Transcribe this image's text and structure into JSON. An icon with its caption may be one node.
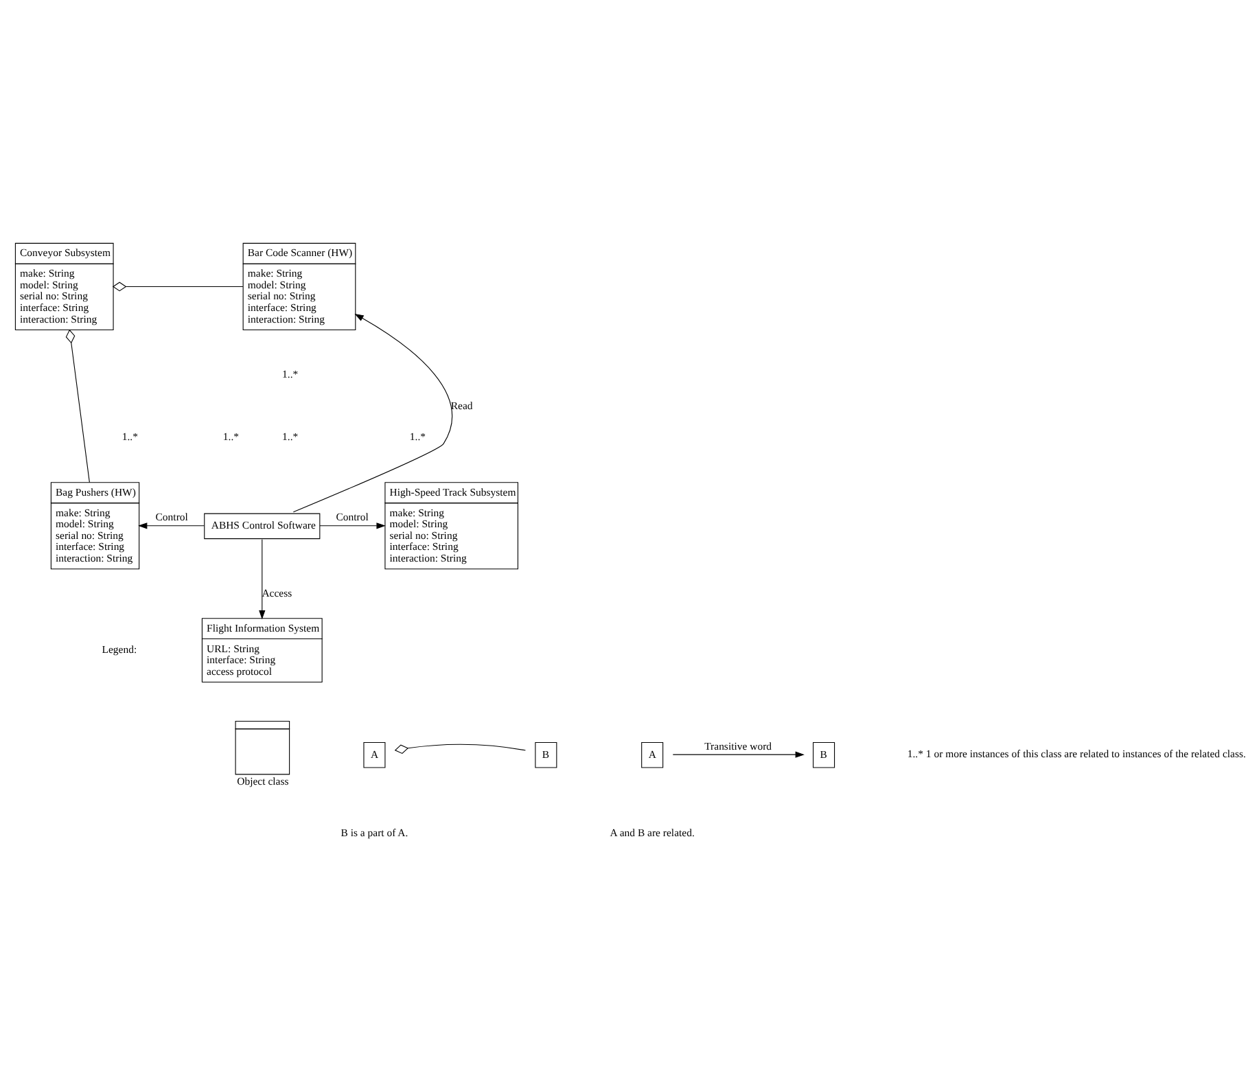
{
  "diagram": {
    "nodes": [
      {
        "text": [
          "Conveyor Subsystem",
          "make: String",
          "model: String",
          "serial no: String",
          "interface: String",
          "interaction: String"
        ]
      },
      {
        "text": [
          "Bar Code Scanner (HW)",
          "make: String",
          "model: String",
          "serial no: String",
          "interface: String",
          "interaction: String"
        ]
      },
      {
        "text": [
          "High-Speed Track Subsystem",
          "make: String",
          "model: String",
          "serial no: String",
          "interface: String",
          "interaction: String"
        ]
      },
      {
        "text": [
          "Bag Pushers (HW)",
          "make: String",
          "model: String",
          "serial no: String",
          "interface: String",
          "interaction: String"
        ]
      },
      {
        "text": [
          "ABHS Control Software"
        ]
      },
      {
        "text": [
          "Flight Information System",
          "URL: String",
          "interface: String",
          "access protocol"
        ]
      },
      {
        "text": [],
        "shape": "box",
        "beside": [
          "Object class"
        ]
      },
      {
        "text": [
          "A"
        ]
      },
      {
        "text": [
          "B"
        ]
      },
      {
        "text": [
          "A"
        ]
      },
      {
        "text": [
          "B"
        ]
      }
    ],
    "edges": [
      {
        "from": 0,
        "to": 1,
        "arrow": "other"
      },
      {
        "from": 0,
        "to": 3,
        "arrow": "other"
      },
      {
        "from": 4,
        "to": 1,
        "arrow": "to",
        "label": "Read"
      },
      {
        "from": 4,
        "to": 3,
        "arrow": "to",
        "label": "Control"
      },
      {
        "from": 4,
        "to": 2,
        "arrow": "to",
        "label": "Control"
      },
      {
        "from": 4,
        "to": 5,
        "arrow": "to",
        "label": "Access"
      },
      {
        "from": 7,
        "to": 8,
        "arrow": "other"
      },
      {
        "from": 9,
        "to": 10,
        "arrow": "to",
        "label": "Transitive word"
      }
    ],
    "labels": [
      "1..*",
      "1..*",
      "1..*",
      "1..*",
      "1..*",
      "Legend:",
      "B is a part of A.",
      "A and B are related.",
      "1..* 1 or more instances of this class are related to instances of the related class."
    ]
  }
}
